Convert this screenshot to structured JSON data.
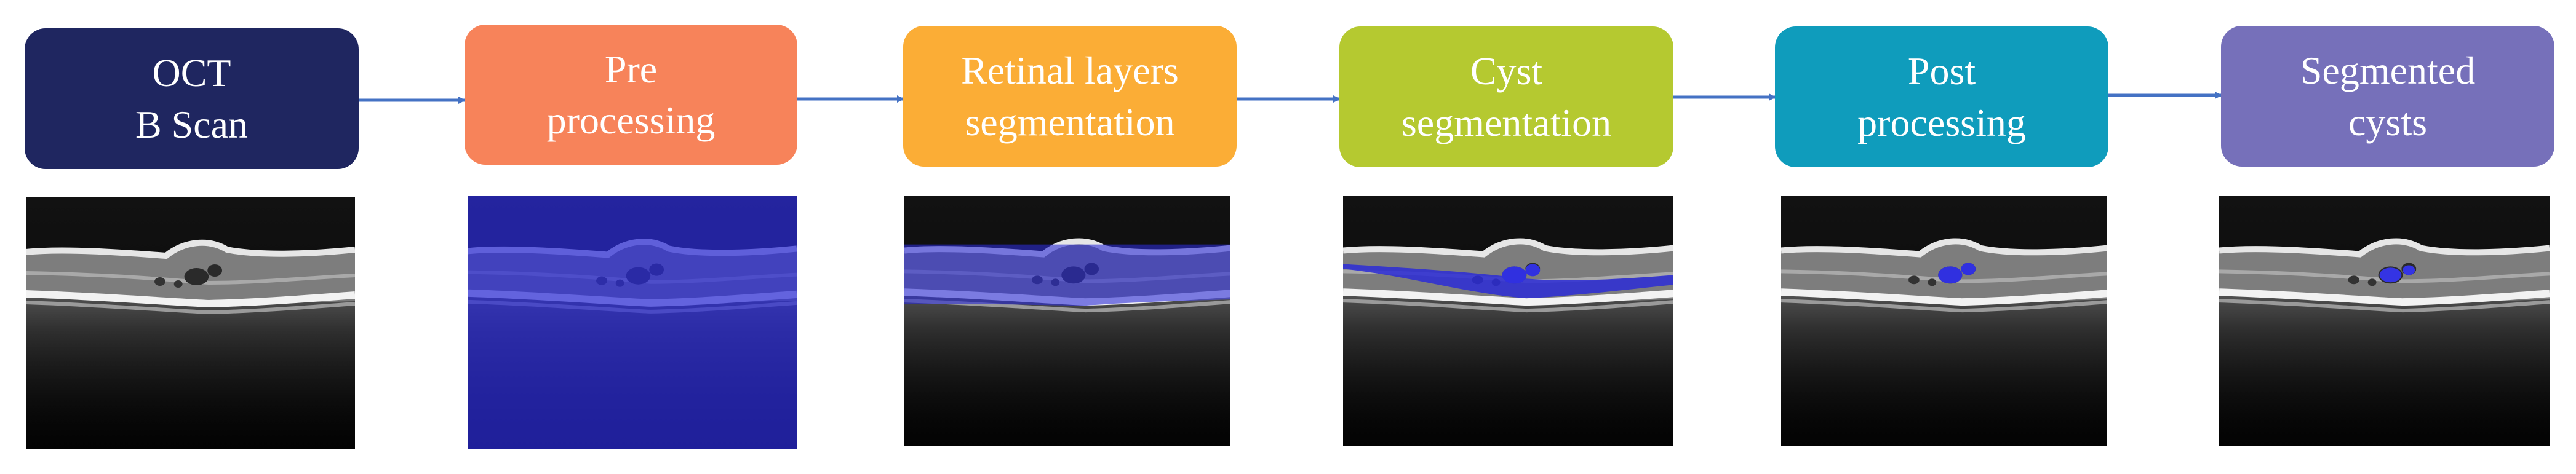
{
  "steps": [
    {
      "lines": [
        "OCT",
        "B Scan"
      ],
      "color": "#1f2660"
    },
    {
      "lines": [
        "Pre",
        "processing"
      ],
      "color": "#f7835a"
    },
    {
      "lines": [
        "Retinal layers",
        "segmentation"
      ],
      "color": "#fbad36"
    },
    {
      "lines": [
        "Cyst",
        "segmentation"
      ],
      "color": "#b5c930"
    },
    {
      "lines": [
        "Post",
        "processing"
      ],
      "color": "#0f9cbc"
    },
    {
      "lines": [
        "Segmented",
        "cysts"
      ],
      "color": "#7670ba"
    }
  ],
  "colors": {
    "arrow": "#4472c4",
    "overlay": "#2b2bd6"
  }
}
